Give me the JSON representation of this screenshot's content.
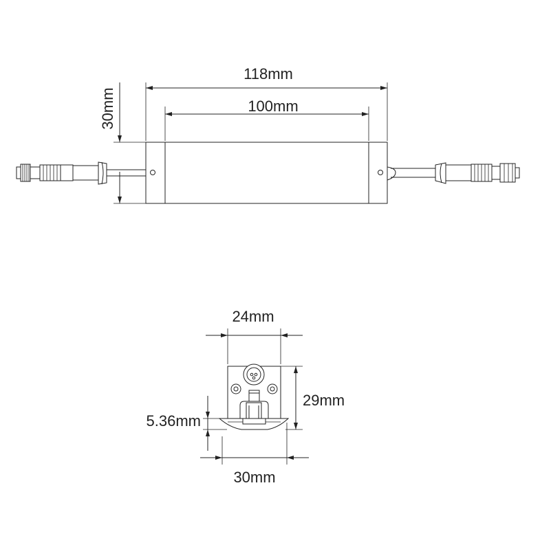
{
  "top_view": {
    "overall_length_label": "118mm",
    "body_length_label": "100mm",
    "height_label": "30mm"
  },
  "end_view": {
    "width_label": "24mm",
    "height_label": "29mm",
    "offset_label": "5.36mm",
    "base_width_label": "30mm"
  }
}
